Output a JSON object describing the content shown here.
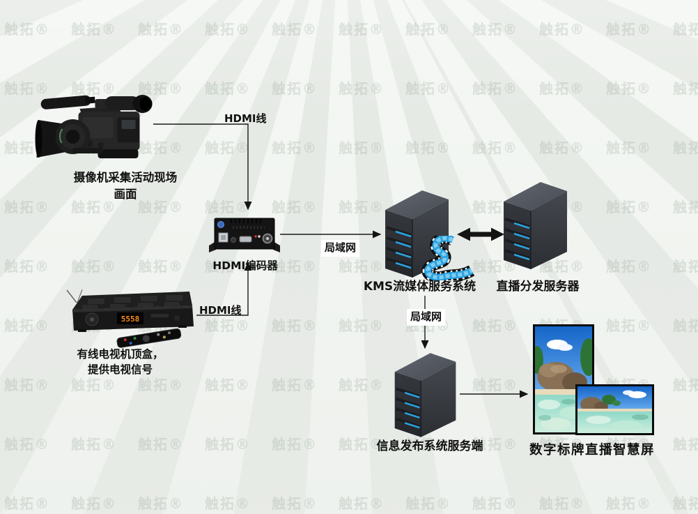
{
  "background": {
    "watermark_text": "触拓®",
    "base_color": "#e9ece8",
    "ray_color": "#f3f6f2"
  },
  "colors": {
    "line": "#1a1a1a",
    "label_text": "#111111",
    "lan_label_bg": "#ffffff",
    "server_slot_blue": "#2aa2e0",
    "film_strip_blue": "#2aa2e0",
    "stb_led_orange": "#ff8c1a"
  },
  "nodes": {
    "camera": {
      "label_line1": "摄像机采集活动现场",
      "label_line2": "画面"
    },
    "settopbox": {
      "label_line1": "有线电视机顶盒，",
      "label_line2": "提供电视信号",
      "display": "5558"
    },
    "encoder": {
      "label": "HDMI编码器"
    },
    "kms_server": {
      "label": "KMS流媒体服务系统"
    },
    "dist_server": {
      "label": "直播分发服务器"
    },
    "info_server": {
      "label": "信息发布系统服务端"
    },
    "displays": {
      "label": "数字标牌直播智慧屏"
    }
  },
  "edges": {
    "camera_to_encoder": {
      "label": "HDMI线"
    },
    "stb_to_encoder": {
      "label": "HDMI线"
    },
    "encoder_to_kms": {
      "label": "局域网"
    },
    "kms_to_info": {
      "label": "局域网"
    },
    "kms_dist_bidirectional": {
      "label": ""
    },
    "info_to_displays": {
      "label": ""
    }
  }
}
